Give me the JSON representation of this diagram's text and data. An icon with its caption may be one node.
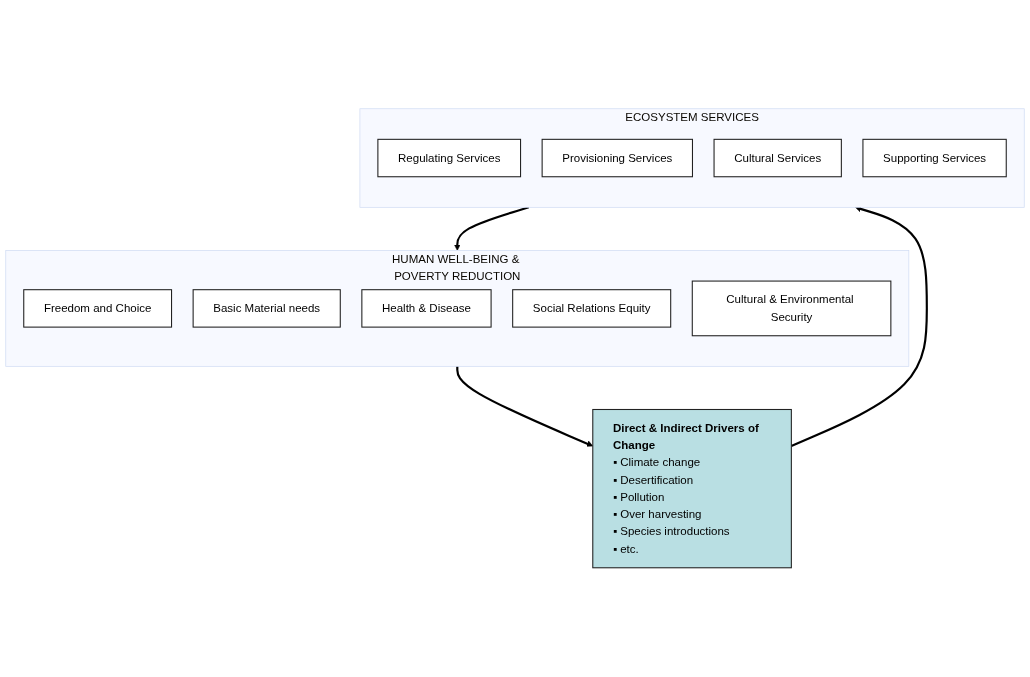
{
  "diagram": {
    "nodes": [
      {
        "text": [
          "HUMAN WELL-BEING & POVERTY REDUCTION"
        ]
      },
      {
        "text": [
          "Freedom and Choice"
        ],
        "in": 0
      },
      {
        "text": [
          "Basic Material needs"
        ],
        "in": 0
      },
      {
        "text": [
          "Health & Disease"
        ],
        "in": 0
      },
      {
        "text": [
          "Social Relations Equity"
        ],
        "in": 0
      },
      {
        "text": [
          "Cultural & Environmental Security"
        ],
        "in": 0
      },
      {
        "text": [
          "Direct & Indirect Drivers of Change",
          "▪ Climate change",
          "▪ Desertification",
          "▪ Pollution",
          "▪ Over harvesting",
          "▪ Species introductions",
          "▪ etc."
        ]
      },
      {
        "text": [
          "ECOSYSTEM SERVICES"
        ]
      },
      {
        "text": [
          "Regulating Services"
        ],
        "in": 7
      },
      {
        "text": [
          "Provisioning Services"
        ],
        "in": 7
      },
      {
        "text": [
          "Cultural Services"
        ],
        "in": 7
      },
      {
        "text": [
          "Supporting Services"
        ],
        "in": 7
      }
    ],
    "edges": [
      {
        "from": 7,
        "to": 0,
        "arrow": "to"
      },
      {
        "from": 0,
        "to": 6,
        "arrow": "to"
      },
      {
        "from": 6,
        "to": 7,
        "arrow": "to"
      }
    ]
  }
}
